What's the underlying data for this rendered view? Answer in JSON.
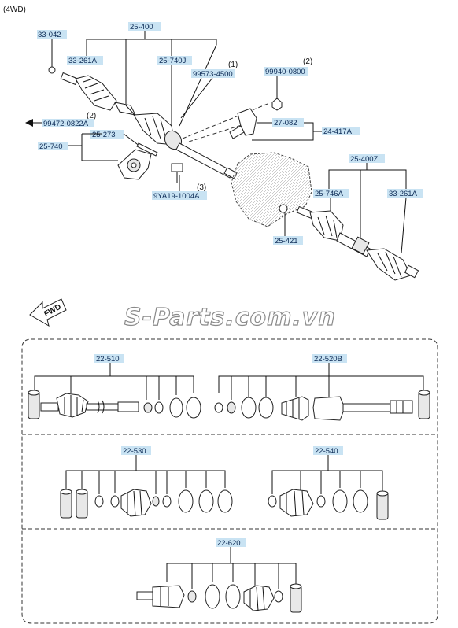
{
  "header": {
    "variant": "(4WD)"
  },
  "direction": {
    "label": "FWD"
  },
  "watermark": {
    "text": "S-Parts.com.vn"
  },
  "upper": {
    "callouts": {
      "c1": "25-400",
      "c2": "33-042",
      "c3": "33-261A",
      "c4": "25-740J",
      "c5": "99573-4500",
      "c6": "99940-0800",
      "c7": "99472-0822A",
      "c8": "25-273",
      "c9": "27-082",
      "c10": "24-417A",
      "c11": "25-740",
      "c12": "9YA19-1004A",
      "c13": "25-400Z",
      "c14": "25-746A",
      "c15": "33-261A",
      "c16": "25-421"
    },
    "qty": {
      "q1": "(1)",
      "q2": "(2)",
      "q3": "(2)",
      "q4": "(3)"
    }
  },
  "kits": {
    "k1": "22-510",
    "k2": "22-520B",
    "k3": "22-530",
    "k4": "22-540",
    "k5": "22-620"
  }
}
